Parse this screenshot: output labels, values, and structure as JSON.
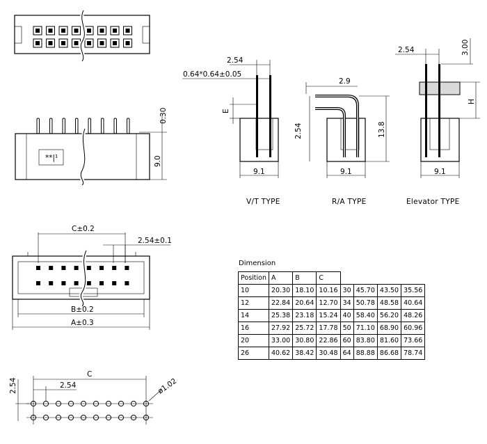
{
  "views": {
    "vt_type": {
      "label": "V/T TYPE",
      "width": "9.1",
      "pin_pitch": "2.54",
      "pin_size": "0.64*0.64±0.05",
      "e": "E"
    },
    "ra_type": {
      "label": "R/A TYPE",
      "width": "9.1",
      "offset": "2.9",
      "height": "13.8",
      "pitch": "2.54"
    },
    "elevator_type": {
      "label": "Elevator TYPE",
      "width": "9.1",
      "pitch": "2.54",
      "top": "3.00",
      "h": "H"
    },
    "side_view": {
      "height": "9.0",
      "pin_top": "0.30",
      "marking": "**|¹"
    },
    "bottom_view": {
      "c": "C±0.2",
      "b": "B±0.2",
      "a": "A±0.3",
      "pitch": "2.54±0.1"
    },
    "pcb_layout": {
      "c": "C",
      "pitch_h": "2.54",
      "pitch_v": "2.54",
      "hole": "ø1.02"
    }
  },
  "table": {
    "caption": "Dimension",
    "headers": [
      "Position",
      "A",
      "B",
      "C"
    ],
    "rows": [
      [
        "10",
        "20.30",
        "18.10",
        "10.16",
        "30",
        "45.70",
        "43.50",
        "35.56"
      ],
      [
        "12",
        "22.84",
        "20.64",
        "12.70",
        "34",
        "50.78",
        "48.58",
        "40.64"
      ],
      [
        "14",
        "25.38",
        "23.18",
        "15.24",
        "40",
        "58.40",
        "56.20",
        "48.26"
      ],
      [
        "16",
        "27.92",
        "25.72",
        "17.78",
        "50",
        "71.10",
        "68.90",
        "60.96"
      ],
      [
        "20",
        "33.00",
        "30.80",
        "22.86",
        "60",
        "83.80",
        "81.60",
        "73.66"
      ],
      [
        "26",
        "40.62",
        "38.42",
        "30.48",
        "64",
        "88.88",
        "86.68",
        "78.74"
      ]
    ]
  }
}
